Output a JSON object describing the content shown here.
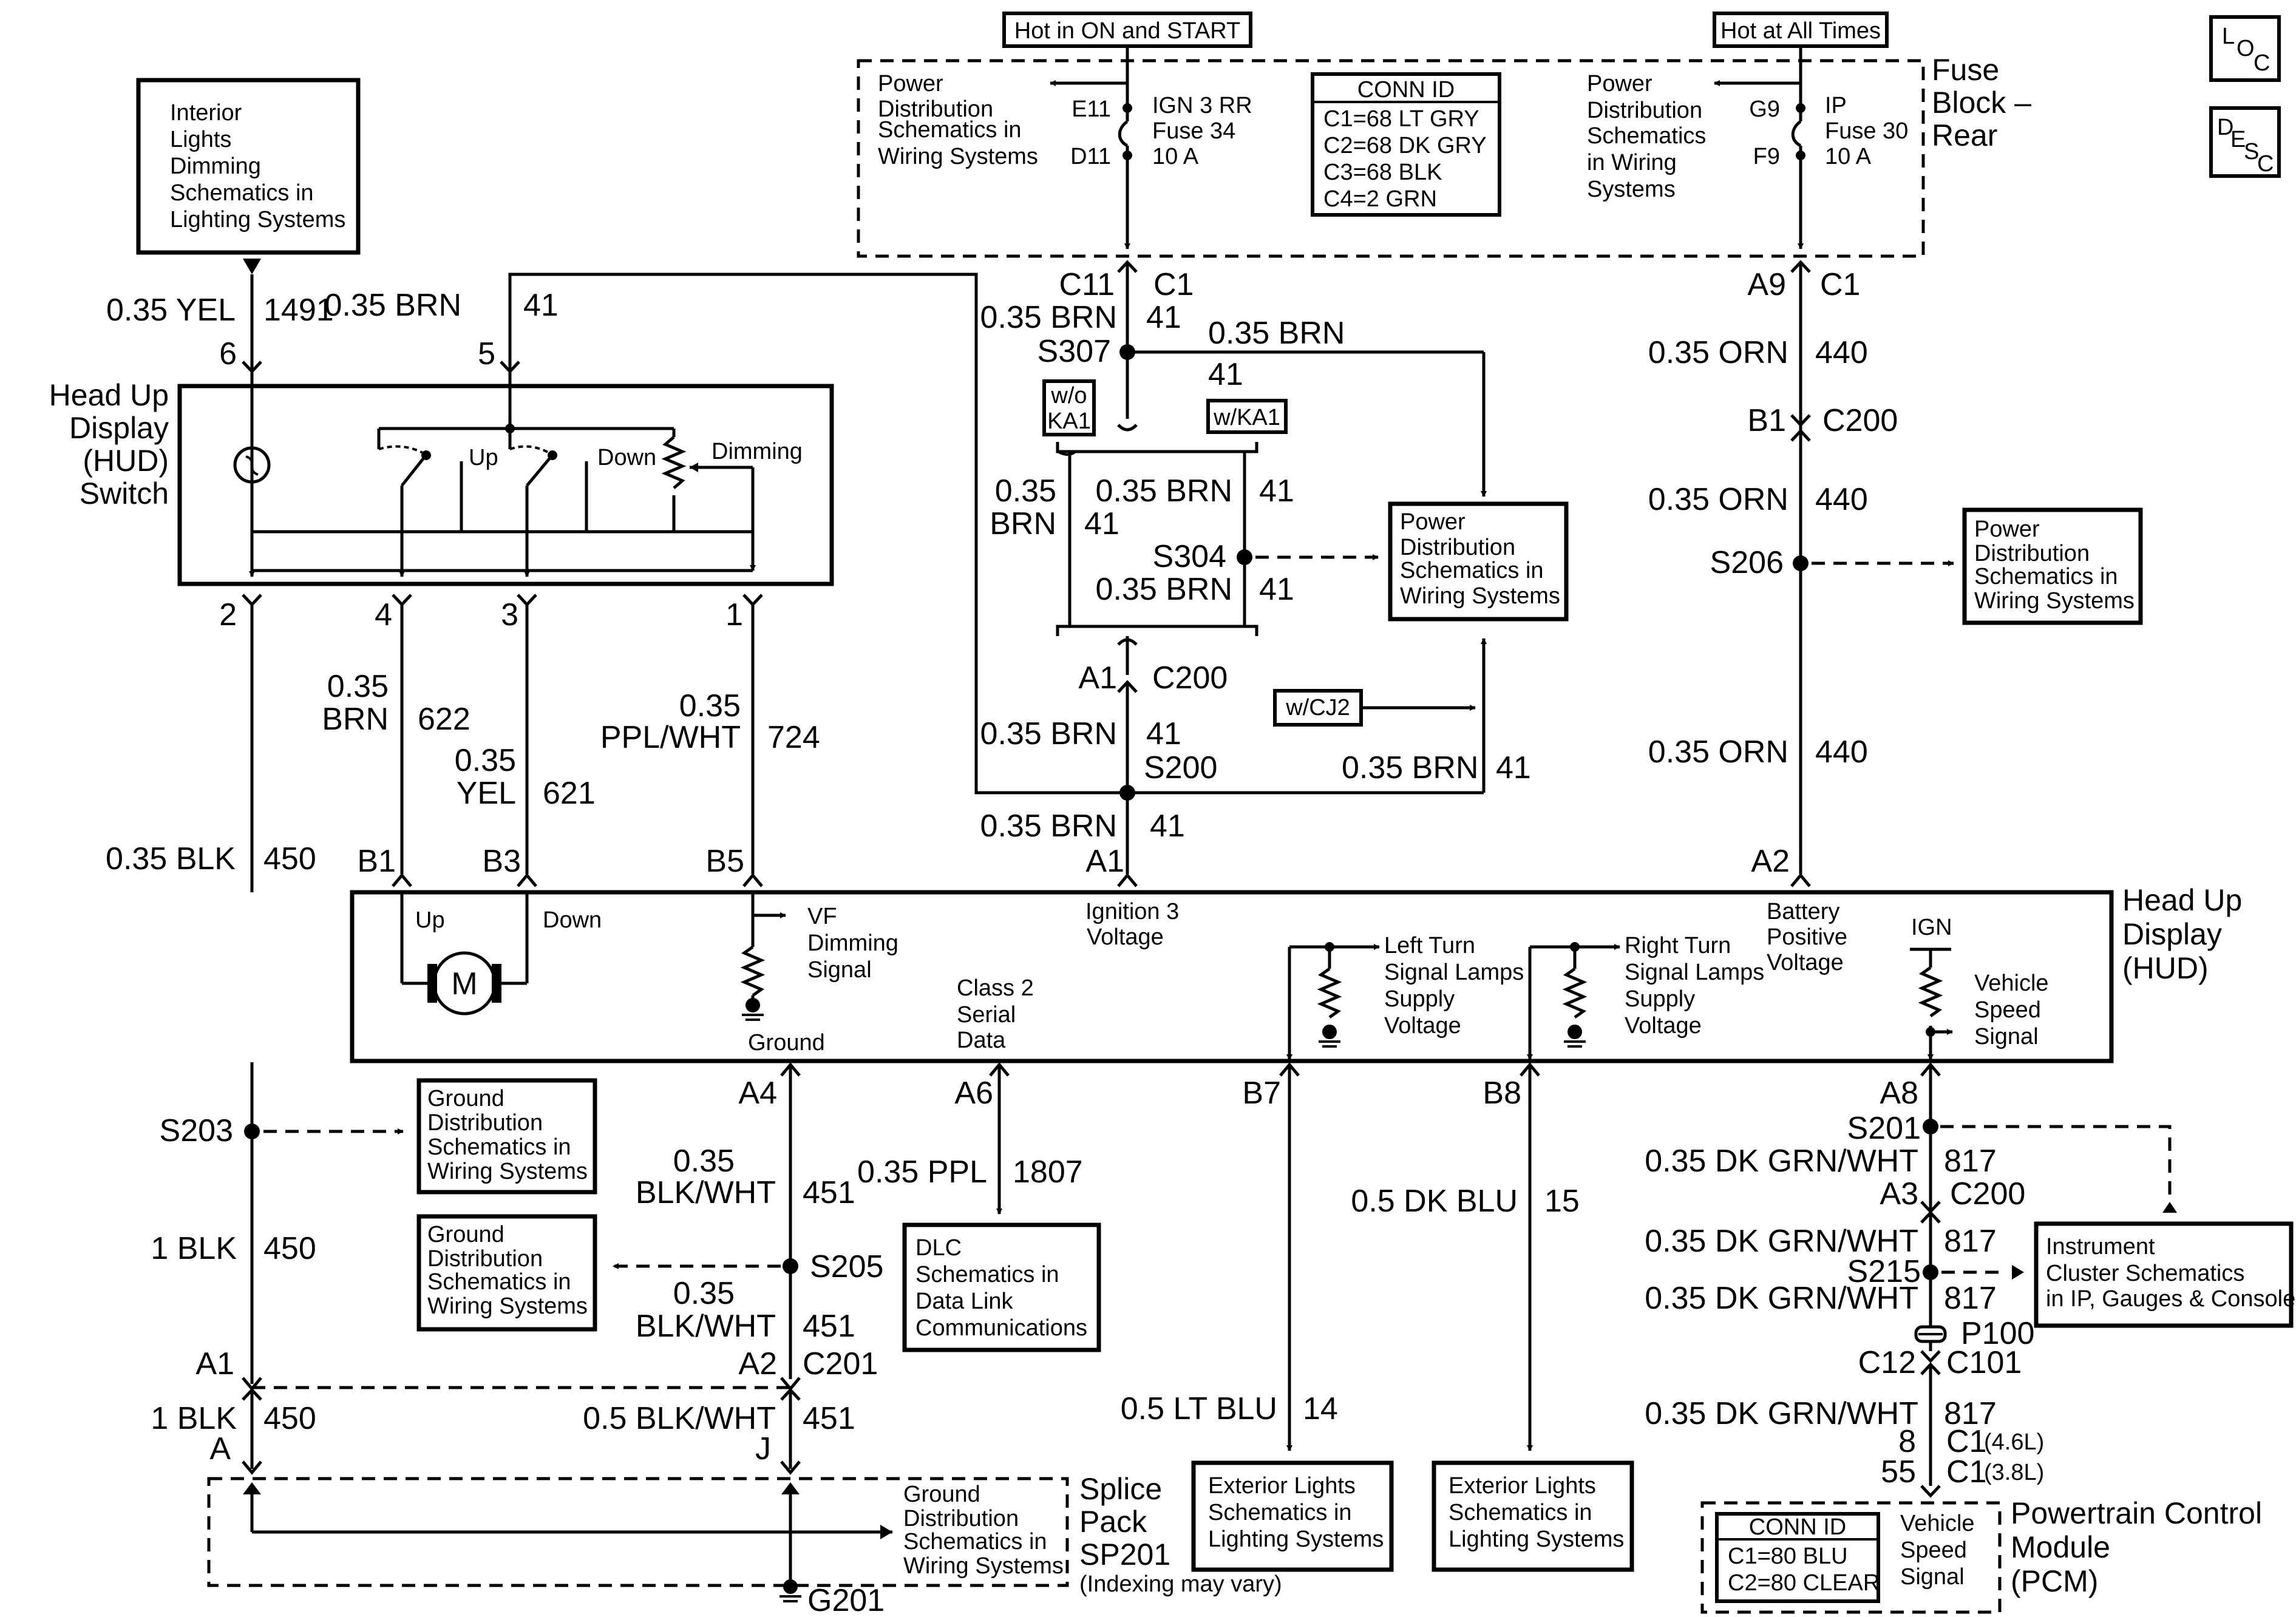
{
  "header": {
    "hot_on_start": "Hot in ON and START",
    "hot_all_times": "Hot at All Times",
    "loc_icon": "LOC",
    "desc_icon": "DESC"
  },
  "fuse_block": {
    "title_1": "Fuse",
    "title_2": "Block –",
    "title_3": "Rear",
    "pd_left": [
      "Power",
      "Distribution",
      "Schematics in",
      "Wiring Systems"
    ],
    "pd_right": [
      "Power",
      "Distribution",
      "Schematics",
      "in Wiring",
      "Systems"
    ],
    "fuse_left": {
      "pin_in": "E11",
      "pin_out": "D11",
      "lines": [
        "IGN 3 RR",
        "Fuse 34",
        "10 A"
      ]
    },
    "fuse_right": {
      "pin_in": "G9",
      "pin_out": "F9",
      "lines": [
        "IP",
        "Fuse 30",
        "10 A"
      ]
    },
    "conn_id": {
      "title": "CONN ID",
      "lines": [
        "C1=68 LT GRY",
        "C2=68 DK GRY",
        "C3=68 BLK",
        "C4=2 GRN"
      ]
    }
  },
  "interior_lights_box": [
    "Interior",
    "Lights",
    "Dimming",
    "Schematics in",
    "Lighting Systems"
  ],
  "hud_switch": {
    "title": [
      "Head Up",
      "Display",
      "(HUD)",
      "Switch"
    ],
    "up": "Up",
    "down": "Down",
    "dimming": "Dimming",
    "pin_top_6": "6",
    "pin_top_5": "5",
    "pins_bottom": [
      "2",
      "4",
      "3",
      "1"
    ]
  },
  "wires": {
    "w_yel": "0.35 YEL",
    "c_1491": "1491",
    "w_brn_top": "0.35 BRN",
    "c_41_top": "41",
    "c11": "C11",
    "c1_a": "C1",
    "brn_c11": "0.35 BRN",
    "c41_c11": "41",
    "s307": "S307",
    "brn_s307": "0.35 BRN",
    "c41_s307": "41",
    "wo_ka1": [
      "w/o",
      "KA1"
    ],
    "w_ka1": "w/KA1",
    "brn_left_1": "0.35",
    "brn_left_2": "BRN",
    "c41_left": "41",
    "brn_mid_1": "0.35 BRN",
    "c41_mid_1": "41",
    "s304": "S304",
    "brn_mid_2": "0.35 BRN",
    "c41_mid_2": "41",
    "a1_c200": "A1",
    "c200_a": "C200",
    "brn_s200": "0.35 BRN",
    "c41_s200": "41",
    "s200": "S200",
    "brn_right_s200": "0.35 BRN",
    "c41_right_s200": "41",
    "brn_a1": "0.35 BRN",
    "c41_a1": "41",
    "a1_hud": "A1",
    "w_cj2": "w/CJ2",
    "pd_mid": [
      "Power",
      "Distribution",
      "Schematics in",
      "Wiring Systems"
    ],
    "a9": "A9",
    "c1_b": "C1",
    "orn_1": "0.35 ORN",
    "c440_1": "440",
    "b1_c200": "B1",
    "c200_b": "C200",
    "orn_2": "0.35 ORN",
    "c440_2": "440",
    "s206": "S206",
    "pd_s206": [
      "Power",
      "Distribution",
      "Schematics in",
      "Wiring Systems"
    ],
    "orn_3": "0.35 ORN",
    "c440_3": "440",
    "a2_hud": "A2",
    "brn_622_1": "0.35",
    "brn_622_2": "BRN",
    "c622": "622",
    "yel_621_1": "0.35",
    "yel_621_2": "YEL",
    "c621": "621",
    "ppl_724_1": "0.35",
    "ppl_724_2": "PPL/WHT",
    "c724": "724",
    "blk_450": "0.35 BLK",
    "c450": "450",
    "b1_hud": "B1",
    "b3_hud": "B3",
    "b5_hud": "B5"
  },
  "hud": {
    "title": [
      "Head Up",
      "Display",
      "(HUD)"
    ],
    "up": "Up",
    "down": "Down",
    "motor": "M",
    "vf": [
      "VF",
      "Dimming",
      "Signal"
    ],
    "ground": "Ground",
    "class2": [
      "Class 2",
      "Serial",
      "Data"
    ],
    "ign3": [
      "Ignition 3",
      "Voltage"
    ],
    "left_turn": [
      "Left Turn",
      "Signal Lamps",
      "Supply",
      "Voltage"
    ],
    "right_turn": [
      "Right Turn",
      "Signal Lamps",
      "Supply",
      "Voltage"
    ],
    "battery": [
      "Battery",
      "Positive",
      "Voltage"
    ],
    "ign": "IGN",
    "vss": [
      "Vehicle",
      "Speed",
      "Signal"
    ]
  },
  "lower": {
    "a4": "A4",
    "a6": "A6",
    "b7": "B7",
    "b8": "B8",
    "a8": "A8",
    "s203": "S203",
    "gd_1": [
      "Ground",
      "Distribution",
      "Schematics in",
      "Wiring Systems"
    ],
    "gd_2": [
      "Ground",
      "Distribution",
      "Schematics in",
      "Wiring Systems"
    ],
    "gd_3": [
      "Ground",
      "Distribution",
      "Schematics in",
      "Wiring Systems"
    ],
    "blk_1": "1 BLK",
    "c450_b": "450",
    "blkwht_1a": "0.35",
    "blkwht_1b": "BLK/WHT",
    "c451_a": "451",
    "s205": "S205",
    "blkwht_2a": "0.35",
    "blkwht_2b": "BLK/WHT",
    "c451_b": "451",
    "a2_c201": "A2",
    "c201": "C201",
    "a1_c201": "A1",
    "blk_2": "1 BLK",
    "c450_c": "450",
    "blkwht_3": "0.5 BLK/WHT",
    "c451_c": "451",
    "pin_a": "A",
    "pin_j": "J",
    "splice": [
      "Splice",
      "Pack",
      "SP201"
    ],
    "indexing": "(Indexing may vary)",
    "g201": "G201",
    "ppl_1807": "0.35 PPL",
    "c1807": "1807",
    "dlc": [
      "DLC",
      "Schematics in",
      "Data Link",
      "Communications"
    ],
    "ltblu": "0.5 LT BLU",
    "c14": "14",
    "dkblu": "0.5 DK BLU",
    "c15": "15",
    "ext_1": [
      "Exterior Lights",
      "Schematics in",
      "Lighting Systems"
    ],
    "ext_2": [
      "Exterior Lights",
      "Schematics in",
      "Lighting Systems"
    ],
    "s201": "S201",
    "dkgrn_1": "0.35 DK GRN/WHT",
    "c817_1": "817",
    "a3": "A3",
    "c200_c": "C200",
    "dkgrn_2": "0.35 DK GRN/WHT",
    "c817_2": "817",
    "s215": "S215",
    "dkgrn_3": "0.35 DK GRN/WHT",
    "c817_3": "817",
    "p100": "P100",
    "c12": "C12",
    "c101": "C101",
    "dkgrn_4": "0.35 DK GRN/WHT",
    "c817_4": "817",
    "pin_8": "8",
    "c1_46": "C1",
    "l46": "(4.6L)",
    "pin_55": "55",
    "c1_38": "C1",
    "l38": "(3.8L)",
    "ic": [
      "Instrument",
      "Cluster Schematics",
      "in IP, Gauges & Console"
    ],
    "pcm_conn": {
      "title": "CONN ID",
      "lines": [
        "C1=80 BLU",
        "C2=80 CLEAR"
      ]
    },
    "pcm_vss": [
      "Vehicle",
      "Speed",
      "Signal"
    ],
    "pcm_title": [
      "Powertrain Control",
      "Module",
      "(PCM)"
    ]
  }
}
